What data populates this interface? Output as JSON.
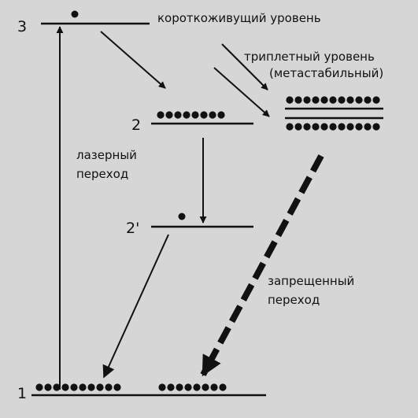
{
  "levels": {
    "level_3": "3",
    "level_2": "2",
    "level_2p": "2'",
    "level_1": "1"
  },
  "labels": {
    "short_lived": "короткоживущий уровень",
    "triplet_line1": "триплетный уровень",
    "triplet_line2": "(метастабильный)",
    "laser_line1": "лазерный",
    "laser_line2": "переход",
    "forbidden_line1": "запрещенный",
    "forbidden_line2": "переход"
  },
  "colors": {
    "background": "#d6d6d6",
    "ink": "#111111"
  }
}
